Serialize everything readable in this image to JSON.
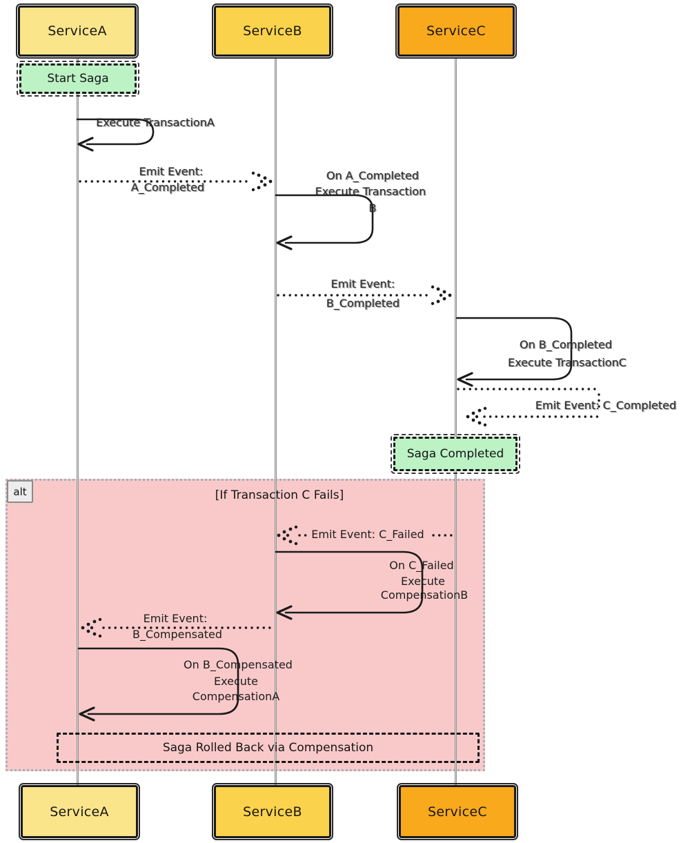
{
  "diagram": {
    "type": "sequence",
    "actors": [
      {
        "id": "ServiceA",
        "label": "ServiceA",
        "fill": "#FAE58A"
      },
      {
        "id": "ServiceB",
        "label": "ServiceB",
        "fill": "#FBD24B"
      },
      {
        "id": "ServiceC",
        "label": "ServiceC",
        "fill": "#F9A91C"
      }
    ],
    "notes": [
      {
        "text": "Start Saga",
        "over": "ServiceA",
        "fill": "#BDF2C5"
      },
      {
        "text": "Saga Completed",
        "over": "ServiceC",
        "fill": "#BDF2C5"
      },
      {
        "text": "Saga Rolled Back via Compensation",
        "over": "ServiceA,ServiceB,ServiceC",
        "fill": "transparent"
      }
    ],
    "alt": {
      "tag": "alt",
      "condition": "[If Transaction C Fails]",
      "fill": "#F9C9C9"
    },
    "messages": [
      {
        "from": "ServiceA",
        "to": "ServiceA",
        "style": "solid",
        "lines": [
          "Execute TransactionA"
        ]
      },
      {
        "from": "ServiceA",
        "to": "ServiceB",
        "style": "dotted",
        "lines": [
          "Emit Event:",
          "A_Completed"
        ]
      },
      {
        "from": "ServiceB",
        "to": "ServiceB",
        "style": "solid",
        "lines": [
          "On A_Completed",
          "Execute Transaction",
          "B"
        ]
      },
      {
        "from": "ServiceB",
        "to": "ServiceC",
        "style": "dotted",
        "lines": [
          "Emit Event:",
          "B_Completed"
        ]
      },
      {
        "from": "ServiceC",
        "to": "ServiceC",
        "style": "solid",
        "lines": [
          "On B_Completed",
          "Execute TransactionC"
        ]
      },
      {
        "from": "ServiceC",
        "to": "ServiceC",
        "style": "dotted",
        "lines": [
          "Emit Event: C_Completed"
        ]
      },
      {
        "from": "ServiceC",
        "to": "ServiceB",
        "style": "dotted",
        "lines": [
          "Emit Event: C_Failed"
        ]
      },
      {
        "from": "ServiceB",
        "to": "ServiceB",
        "style": "solid",
        "lines": [
          "On C_Failed",
          "Execute",
          "CompensationB"
        ]
      },
      {
        "from": "ServiceB",
        "to": "ServiceA",
        "style": "dotted",
        "lines": [
          "Emit Event:",
          "B_Compensated"
        ]
      },
      {
        "from": "ServiceA",
        "to": "ServiceA",
        "style": "solid",
        "lines": [
          "On B_Compensated",
          "Execute",
          "CompensationA"
        ]
      }
    ],
    "colors": {
      "ink": "#1b1b1b",
      "lifeline": "#8f8f8f",
      "alt_border": "#A3AFBE",
      "alt_tag_bg": "#EDEDED"
    }
  }
}
